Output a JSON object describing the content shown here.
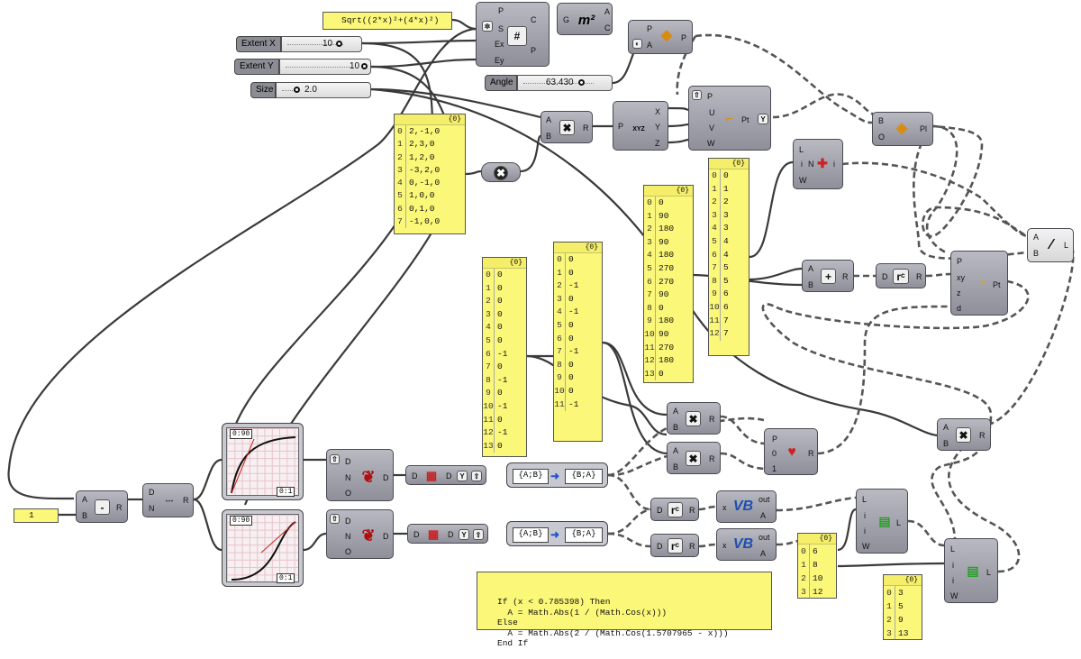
{
  "expression": "Sqrt((2*x)²+(4*x)²)",
  "sliders": [
    {
      "label": "Extent X",
      "value": "10"
    },
    {
      "label": "Extent Y",
      "value": "10"
    },
    {
      "label": "Size",
      "value": "2.0"
    },
    {
      "label": "Angle",
      "value": "63.430"
    }
  ],
  "panel_header": "{0}",
  "panels": {
    "vectors": {
      "rows": [
        "2,-1,0",
        "2,3,0",
        "1,2,0",
        "-3,2,0",
        "0,-1,0",
        "1,0,0",
        "0,1,0",
        "-1,0,0"
      ]
    },
    "col_a": {
      "rows": [
        "0",
        "0",
        "0",
        "0",
        "0",
        "0",
        "-1",
        "0",
        "-1",
        "0",
        "-1",
        "0",
        "-1",
        "0"
      ]
    },
    "col_b": {
      "rows": [
        "0",
        "0",
        "-1",
        "0",
        "-1",
        "0",
        "0",
        "-1",
        "0",
        "0",
        "0",
        "-1"
      ]
    },
    "angles": {
      "rows": [
        "0",
        "90",
        "180",
        "90",
        "180",
        "270",
        "270",
        "90",
        "0",
        "180",
        "90",
        "270",
        "180",
        "0"
      ]
    },
    "index": {
      "rows": [
        "0",
        "1",
        "2",
        "3",
        "3",
        "4",
        "4",
        "5",
        "5",
        "6",
        "6",
        "7",
        "7"
      ]
    },
    "small_a": {
      "rows": [
        "6",
        "8",
        "10",
        "12"
      ]
    },
    "small_b": {
      "rows": [
        "3",
        "5",
        "9",
        "13"
      ]
    }
  },
  "constant": "1",
  "vb_code": [
    "If (x < 0.785398) Then",
    "  A = Math.Abs(1 / (Math.Cos(x)))",
    "Else",
    "  A = Math.Abs(2 / (Math.Cos(1.5707965 - x)))",
    "End If"
  ],
  "graph": {
    "top_tag": "0:90",
    "bottom_tag": "0:1"
  },
  "swap": {
    "left": "{A;B}",
    "right": "{B;A}"
  },
  "labels": {
    "P": "P",
    "C": "C",
    "S": "S",
    "Ex": "Ex",
    "Ey": "Ey",
    "G": "G",
    "A": "A",
    "m2": "m²",
    "R": "R",
    "B": "B",
    "X": "X",
    "Y": "Y",
    "Z": "Z",
    "U": "U",
    "V": "V",
    "W": "W",
    "Pt": "Pt",
    "O": "O",
    "Pl": "Pl",
    "L": "L",
    "i": "i",
    "N": "N",
    "D": "D",
    "xy": "xy",
    "z": "z",
    "d": "d",
    "x": "x",
    "out": "out",
    "one": "1",
    "zero": "0",
    "xyz": "XYZ",
    "rc": "rᶜ"
  },
  "colors": {
    "panel": "#fbf778",
    "component": "#9d9da7",
    "wire": "#3a3a3a"
  }
}
